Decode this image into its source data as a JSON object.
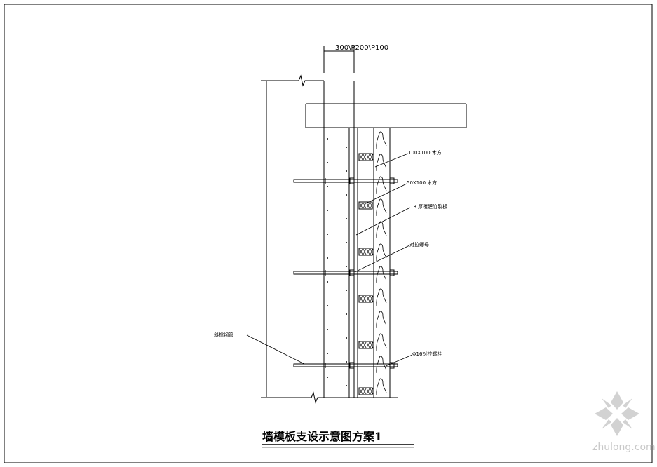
{
  "dimension": "300\\P200\\P100",
  "labels": {
    "timber_100": "100X100 木方",
    "timber_50": "50X100 木方",
    "plywood": "18 厚覆膜竹胶板",
    "tie_nut": "对拉螺母",
    "brace": "斜撑钢管",
    "bolt": "Φ16对拉螺栓"
  },
  "title": "墙模板支设示意图方案1",
  "watermark": "zhulong.com",
  "colors": {
    "line": "#000000",
    "watermark": "#c8c8c8"
  }
}
